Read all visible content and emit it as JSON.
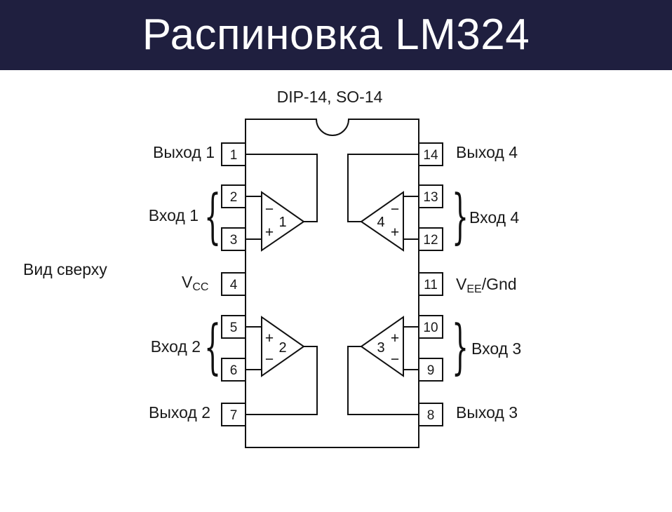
{
  "title": "Распиновка LM324",
  "package_label": "DIP-14, SO-14",
  "view_label": "Вид сверху",
  "left_pins": [
    {
      "num": "1",
      "label": "Выход 1"
    },
    {
      "num": "2",
      "label": ""
    },
    {
      "num": "3",
      "label": ""
    },
    {
      "num": "4",
      "label": "V",
      "sub": "CC"
    },
    {
      "num": "5",
      "label": ""
    },
    {
      "num": "6",
      "label": ""
    },
    {
      "num": "7",
      "label": "Выход 2"
    }
  ],
  "right_pins": [
    {
      "num": "14",
      "label": "Выход 4"
    },
    {
      "num": "13",
      "label": ""
    },
    {
      "num": "12",
      "label": ""
    },
    {
      "num": "11",
      "label": "V",
      "sub": "EE",
      "suffix": "/Gnd"
    },
    {
      "num": "10",
      "label": ""
    },
    {
      "num": "9",
      "label": ""
    },
    {
      "num": "8",
      "label": "Выход 3"
    }
  ],
  "input_groups": {
    "in1": "Вход 1",
    "in2": "Вход 2",
    "in3": "Вход 3",
    "in4": "Вход 4"
  },
  "opamps": [
    {
      "id": "1",
      "top_sign": "−",
      "bottom_sign": "+"
    },
    {
      "id": "2",
      "top_sign": "+",
      "bottom_sign": "−"
    },
    {
      "id": "3",
      "top_sign": "+",
      "bottom_sign": "−"
    },
    {
      "id": "4",
      "top_sign": "−",
      "bottom_sign": "+"
    }
  ],
  "brace_char": "{",
  "brace_char_right": "}"
}
